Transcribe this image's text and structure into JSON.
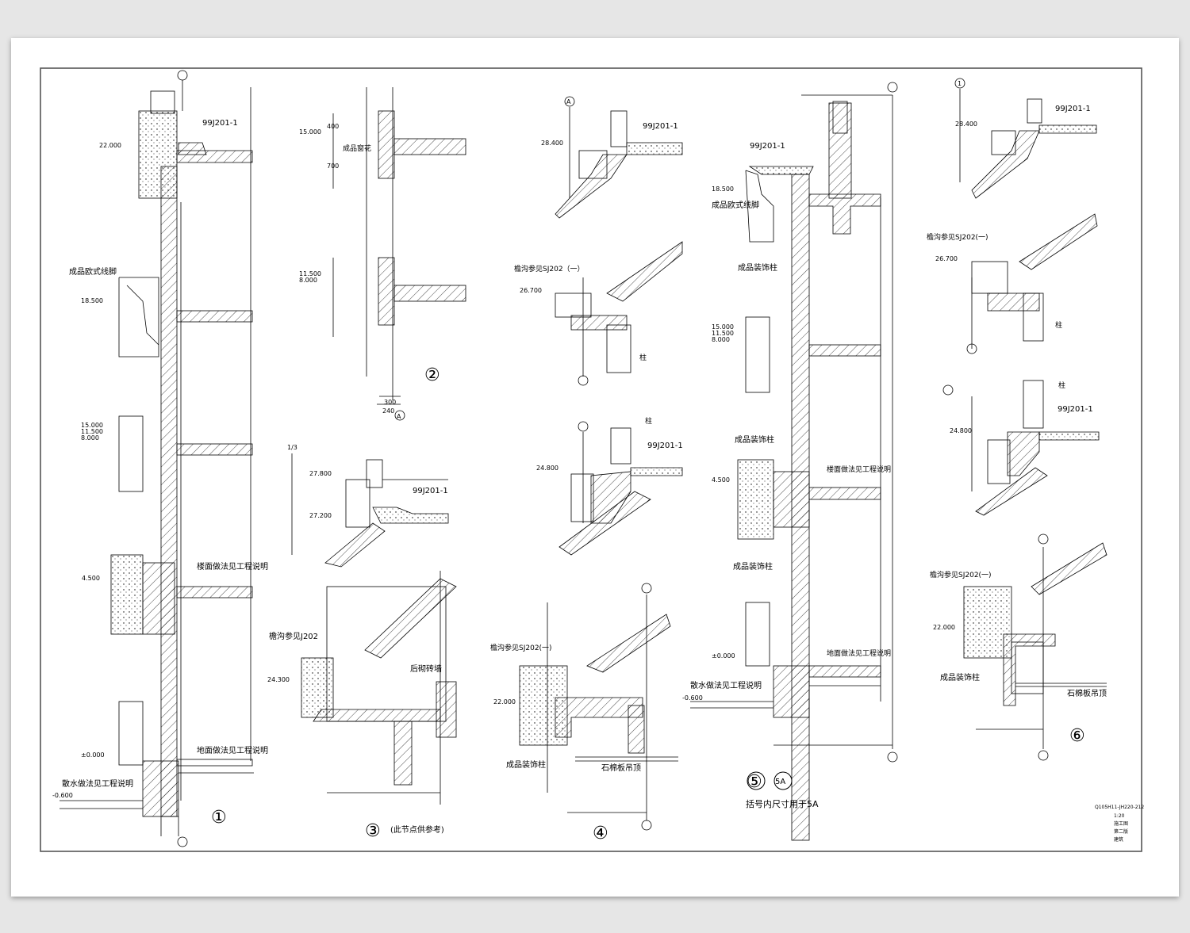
{
  "sheet": {
    "title_block": [
      "Q105H11-JH220-212",
      "1:20",
      "施工图",
      "第二版",
      "建筑"
    ]
  },
  "details": {
    "d1": {
      "number": "①",
      "elevations": [
        "22.000",
        "18.500",
        "15.000",
        "11.500",
        "8.000",
        "4.500",
        "±0.000",
        "-0.600"
      ],
      "notes": [
        "99J201-1",
        "成品欧式线脚",
        "楼面做法见工程说明",
        "地面做法见工程说明",
        "散水做法见工程说明"
      ]
    },
    "d2": {
      "number": "②",
      "elevations": [
        "15.000",
        "11.500",
        "8.000"
      ],
      "labels": [
        "成品窗花"
      ],
      "dims": [
        "400",
        "700",
        "300",
        "240"
      ],
      "axis": "A"
    },
    "d3": {
      "number": "③",
      "caption": "(此节点供参考)",
      "elevations": [
        "27.800",
        "27.200",
        "24.300"
      ],
      "notes": [
        "99J201-1",
        "檐沟参见J202",
        "后砌砖墙"
      ],
      "axis": "1/3"
    },
    "d4": {
      "number": "④",
      "elevations": [
        "28.400",
        "26.700",
        "24.800",
        "22.000"
      ],
      "notes": [
        "99J201-1",
        "檐沟参见SJ202（一）",
        "檐沟参见SJ202(一)",
        "柱",
        "成品装饰柱",
        "石棉板吊顶"
      ],
      "axis": "A"
    },
    "d5": {
      "number": "⑤",
      "number_alt": "5A",
      "caption": "括号内尺寸用于5A",
      "elevations": [
        "18.500",
        "15.000",
        "11.500",
        "8.000",
        "4.500",
        "±0.000",
        "-0.600"
      ],
      "notes": [
        "99J201-1",
        "成品欧式线脚",
        "成品装饰柱",
        "楼面做法见工程说明",
        "地面做法见工程说明",
        "散水做法见工程说明"
      ]
    },
    "d6": {
      "number": "⑥",
      "elevations": [
        "28.400",
        "26.700",
        "24.800",
        "22.000"
      ],
      "notes": [
        "99J201-1",
        "檐沟参见SJ202(一)",
        "柱",
        "成品装饰柱",
        "石棉板吊顶"
      ],
      "axis": "1"
    }
  },
  "colors": {
    "line": "#000000",
    "page": "#ffffff",
    "background": "#e6e6e6"
  }
}
